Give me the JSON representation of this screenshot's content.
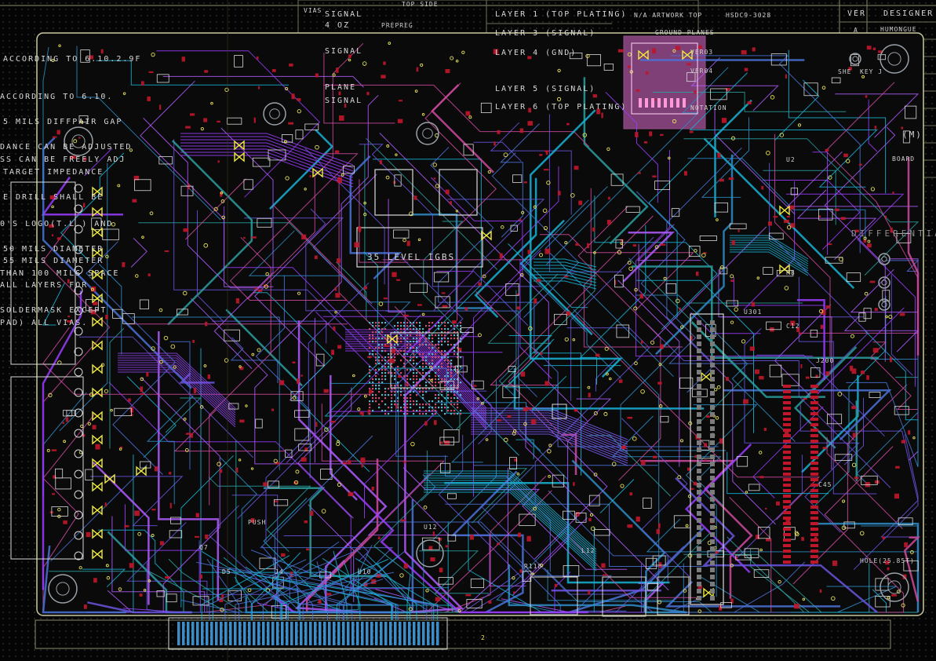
{
  "view": {
    "background": "#050505",
    "layer_colors": {
      "top_signal": "#9b3cff",
      "bottom_signal": "#19b3d6",
      "silkscreen": "#d8d8d8",
      "copper_pads": "#c0162a",
      "vias": "#e8e25a",
      "outline": "#c9c9a0",
      "pink_area": "#e06bd0"
    }
  },
  "stackup_table": {
    "rows": [
      "LAYER 1 (TOP PLATING)",
      "LAYER 3 (SIGNAL)",
      "LAYER 4 (GND)",
      "LAYER 5 (SIGNAL)",
      "LAYER 6 (TOP PLATING)"
    ],
    "layer_short": [
      "SIGNAL",
      "4 OZ",
      "SIGNAL",
      "PLANE",
      "SIGNAL"
    ],
    "top_side_label": "TOP SIDE",
    "prepreg_label": "PREPREG",
    "artwork_label": "N/A ARTWORK TOP",
    "drawing_no": "HSDC9-3028",
    "ground_planes": "GROUND PLANES",
    "layer_codes": [
      "VER03",
      "VER04"
    ],
    "notation": "NOTATION",
    "vias_label": "VIAS"
  },
  "title_block": {
    "header_left": "VER",
    "header_right": "DESIGNER",
    "row_a": "A",
    "designer_name": "HUMONGUE",
    "board_ref": "BOARD",
    "misc": [
      "SHE",
      "(M)"
    ]
  },
  "notes": [
    "ACCORDING TO 6.10.2.9F",
    "ACCORDING TO 6.10.",
    "5 MILS DIFFPAIR GAP",
    "DANCE CAN BE ADJUSTED",
    "SS CAN BE FREELY ADJ",
    "TARGET IMPEDANCE",
    "E DRILL SHALL BE",
    "0'S LOGO(T.L.) AND",
    "50 MILS DIAMETER",
    "55 MILS DIAMETER",
    "THAN 100 MILS SPACE",
    "ALL LAYERS FOR",
    "SOLDERMASK EXCEPT",
    "PAD) ALL VIAS."
  ],
  "board_labels": {
    "ic_level": "35 LEVEL IGBS",
    "push": "PUSH",
    "diff": "DIFFERENTIAL",
    "mounting_hole": "HOLE(25.85T)",
    "ddr_left": "KEY J",
    "side_marks": [
      "U2",
      "R8",
      "C12"
    ],
    "bottom_connector_mark": "2",
    "refdes": [
      "J200",
      "U301",
      "C45",
      "R118",
      "L12",
      "Q7",
      "D5",
      "J4",
      "U10",
      "U12"
    ]
  }
}
